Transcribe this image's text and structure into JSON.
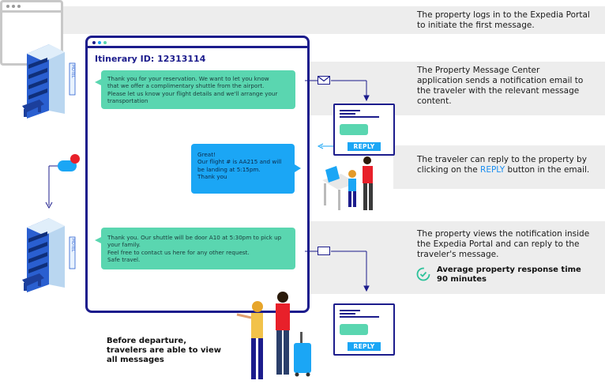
{
  "steps": [
    {
      "lines": [
        "The property logs in to the Expedia Portal",
        "to initiate the first message."
      ]
    },
    {
      "lines": [
        "The Property Message Center",
        "application sends a notification email to",
        "the traveler with the relevant message",
        "content."
      ]
    },
    {
      "lines_before": [
        "The traveler can reply to the property by"
      ],
      "line_prefix": "clicking on the ",
      "highlight": "REPLY",
      "line_suffix": " button in the email."
    },
    {
      "lines": [
        "The property views the notification inside",
        "the Expedia Portal and can reply to the",
        "traveler's message."
      ]
    }
  ],
  "response_time": {
    "label": "Average property response time",
    "value": "90 minutes",
    "icon": "clock-check-icon"
  },
  "portal": {
    "itinerary": "Itinerary ID: 12313114"
  },
  "messages": [
    {
      "from": "property",
      "lines": [
        "Thank you for your reservation. We want to let you know",
        "that we offer a complimentary shuttle from the airport.",
        "Please let us know your flight details and we'll arrange your",
        "transportation"
      ]
    },
    {
      "from": "traveler",
      "lines": [
        "Great!",
        "Our flight # is AA215 and will",
        "be landing at 5:15pm.",
        "Thank you"
      ]
    },
    {
      "from": "property",
      "lines": [
        "Thank you. Our shuttle will be door A10 at 5:30pm to pick up",
        "your family.",
        "Feel free to contact us here for any other request.",
        "Safe travel."
      ]
    }
  ],
  "email": {
    "reply_label": "REPLY"
  },
  "hotel_sign": "HOTEL",
  "final_note": [
    "Before departure,",
    "travelers are able to view",
    "all messages"
  ],
  "colors": {
    "navy": "#1c1c8c",
    "green": "#5ad6b0",
    "blue": "#1ba6f5",
    "band": "#ededed",
    "red": "#e8202a"
  }
}
